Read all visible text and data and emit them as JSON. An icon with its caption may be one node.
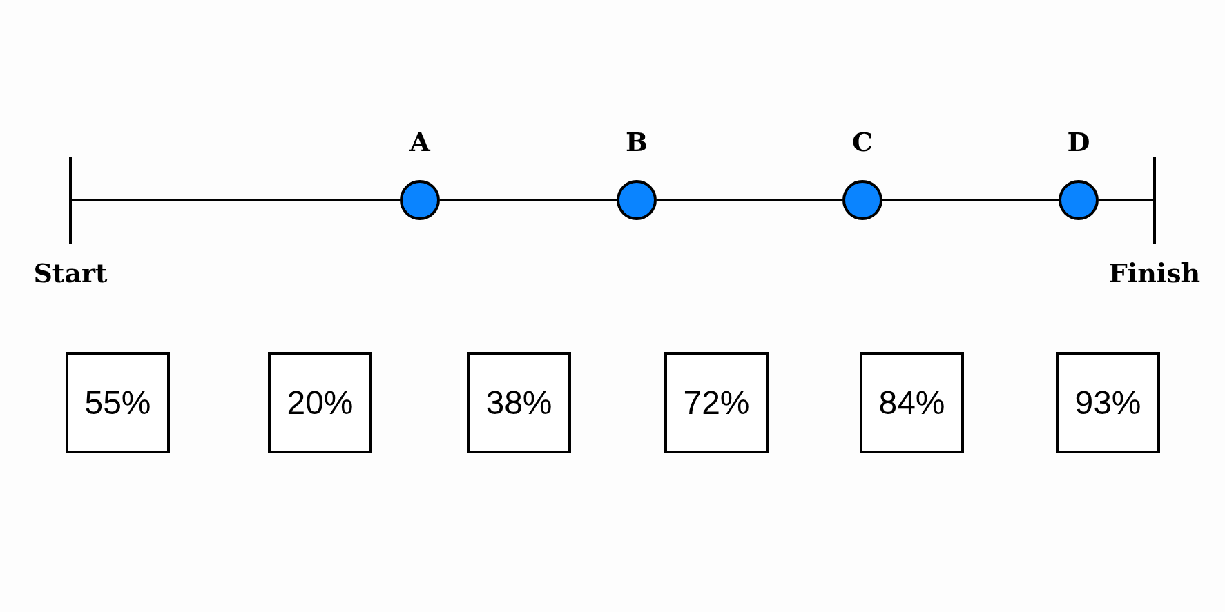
{
  "diagram": {
    "nodes": [
      {
        "text": [],
        "shape": "bar",
        "beside": [
          "Start"
        ]
      },
      {
        "text": [
          "A"
        ]
      },
      {
        "text": [
          "B"
        ]
      },
      {
        "text": [
          "C"
        ]
      },
      {
        "text": [
          "D"
        ]
      },
      {
        "text": [],
        "shape": "bar",
        "beside": [
          "Finish"
        ]
      },
      {
        "text": [
          "55%"
        ]
      },
      {
        "text": [
          "20%"
        ]
      },
      {
        "text": [
          "38%"
        ]
      },
      {
        "text": [
          "72%"
        ]
      },
      {
        "text": [
          "84%"
        ]
      },
      {
        "text": [
          "93%"
        ]
      }
    ],
    "edges": [
      {
        "from": 0,
        "to": 1,
        "arrow": "none"
      },
      {
        "from": 1,
        "to": 2,
        "arrow": "none"
      },
      {
        "from": 2,
        "to": 3,
        "arrow": "none"
      },
      {
        "from": 3,
        "to": 4,
        "arrow": "none"
      },
      {
        "from": 4,
        "to": 5,
        "arrow": "none"
      }
    ]
  }
}
